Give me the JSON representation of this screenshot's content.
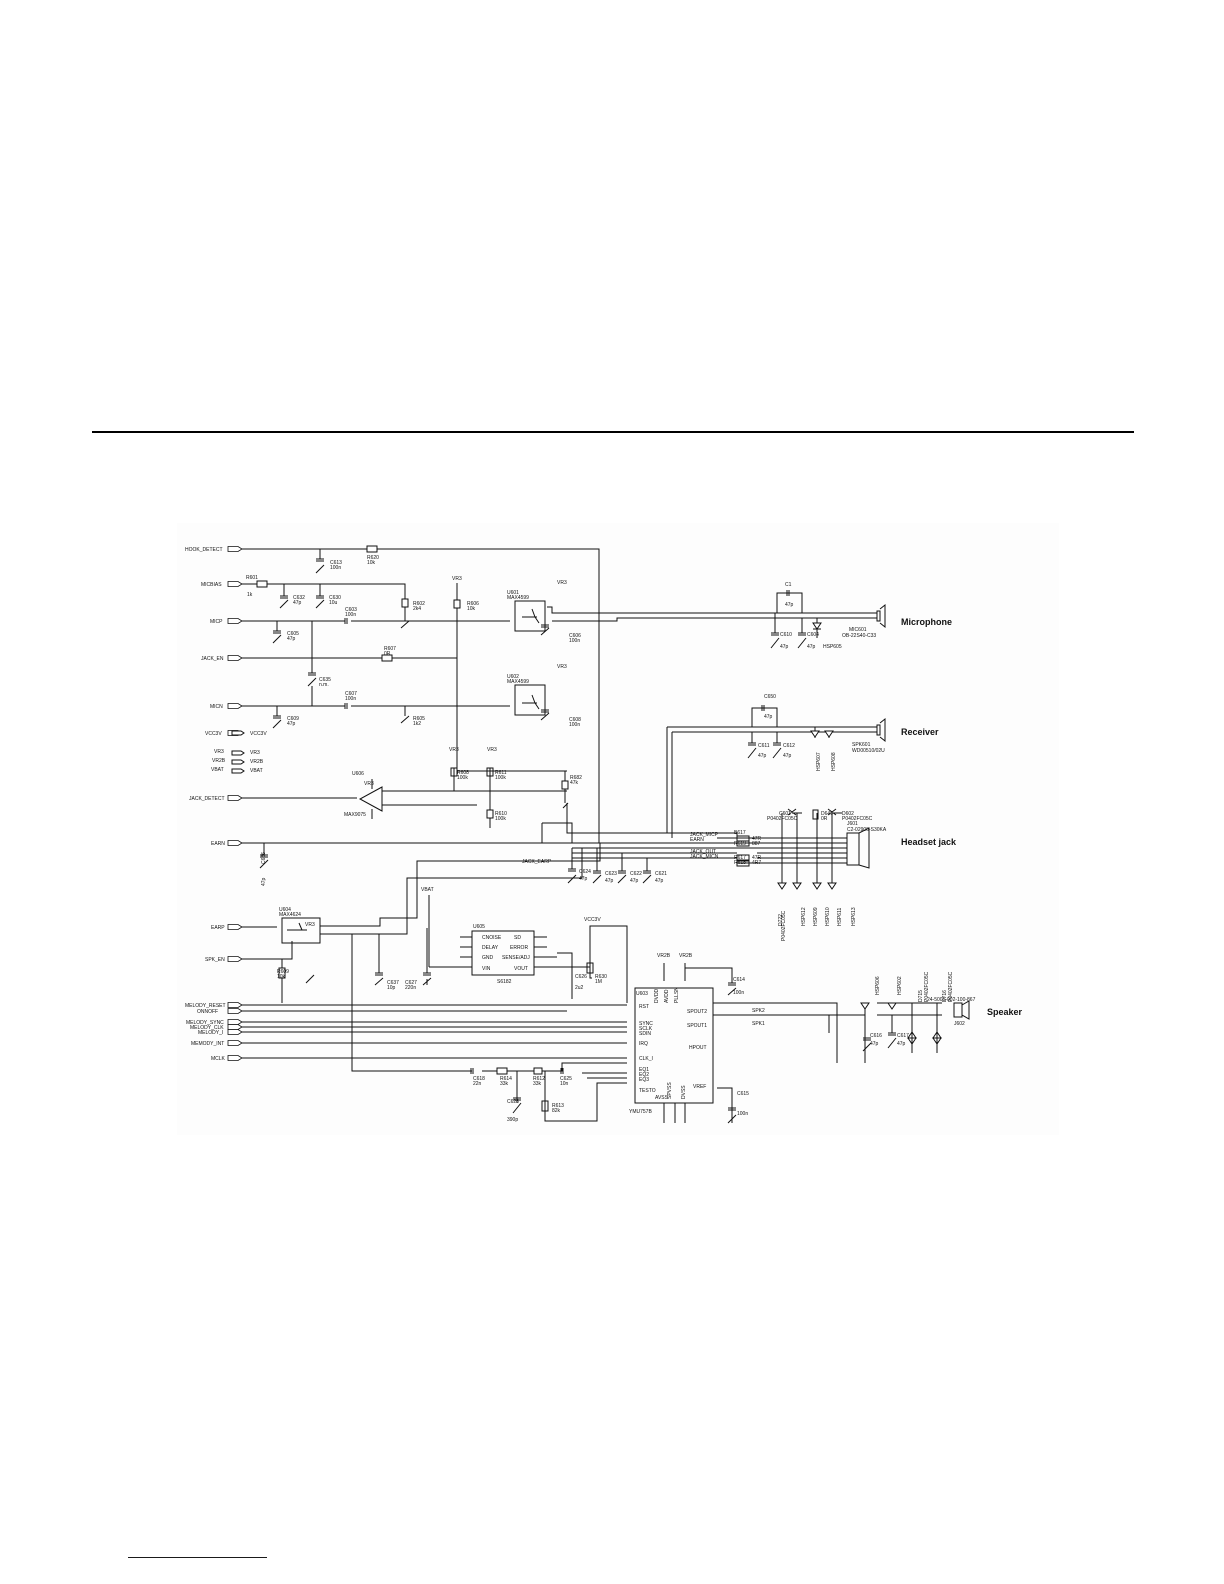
{
  "signals": {
    "hook_detect": "HOOK_DETECT",
    "micbias": "MICBIAS",
    "micp": "MICP",
    "jack_en": "JACK_EN",
    "micn": "MICN",
    "vcc3v": "VCC3V",
    "vr3": "VR3",
    "vr2b": "VR2B",
    "vbat": "VBAT",
    "jack_detect": "JACK_DETECT",
    "earn": "EARN",
    "earp": "EARP",
    "spk_en": "SPK_EN",
    "melody_reset": "MELODY_RESET",
    "onnoff": "ONNOFF",
    "melody_sync": "MELODY_SYNC",
    "melody_clk": "MELODY_CLK",
    "melody_i": "MELODY_I",
    "memody_int": "MEMODY_INT",
    "mclk": "MCLK"
  },
  "port_labels": {
    "vcc3v": "VCC3V",
    "vr3": "VR3",
    "vr2b": "VR2B",
    "vbat": "VBAT"
  },
  "net_labels": {
    "jack_micp": "JACK_MICP",
    "earn": "EARN",
    "jack_micn": "JACK_MICN",
    "jack_out": "JACK_OUT",
    "jack_earp": "JACK_EARP",
    "spk2": "SPK2",
    "spk1": "SPK1"
  },
  "power_labels": {
    "vr3": "VR3",
    "vr2b": "VR2B",
    "vbat": "VBAT",
    "vcc3v": "VCC3V"
  },
  "components": {
    "r620": "R620",
    "r620_v": "10k",
    "c613": "C613",
    "c613_v": "100n",
    "r601": "R601",
    "r601_v": "1k",
    "c632": "C632",
    "c632_v": "47p",
    "c630": "C630",
    "c630_v": "10u",
    "c603": "C603",
    "c603_v": "100n",
    "r602": "R602",
    "r602_v": "2k4",
    "c605": "C605",
    "c605_v": "47p",
    "r607": "R607",
    "r607_v": "0R",
    "c635": "C635",
    "c635_v": "n.m.",
    "c607": "C607",
    "c607_v": "100n",
    "c609": "C609",
    "c609_v": "47p",
    "r605": "R605",
    "r605_v": "1k2",
    "r606": "R606",
    "r606_v": "10k",
    "c606": "C606",
    "c606_v": "100n",
    "c608": "C608",
    "c608_v": "100n",
    "r608": "R608",
    "r608_v": "100k",
    "r611": "R611",
    "r611_v": "100k",
    "r610": "R610",
    "r610_v": "100k",
    "r682": "R682",
    "r682_v": "47k",
    "c636": "C636",
    "c636_v": "47p",
    "c1": "C1",
    "c1_v": "47p",
    "c610": "C610",
    "c610_v": "47p",
    "c604": "C604",
    "c604_v": "47p",
    "hsp605": "HSP605",
    "c650": "C650",
    "c650_v": "47p",
    "c611": "C611",
    "c611_v": "47p",
    "c612": "C612",
    "c612_v": "47p",
    "hsp607": "HSP607",
    "hsp608": "HSP608",
    "c601": "C601",
    "c601_v": "P0402FC05C",
    "d641": "D641",
    "d641_v": "0R",
    "d602": "D602",
    "d602_v": "P0402FC05C",
    "b617": "B617",
    "b617_v": "47R",
    "r619": "R619",
    "r619_v": "887",
    "r617": "R617",
    "r617_v": "47R",
    "r618": "R618",
    "r618_v": "4R7",
    "c624": "C624",
    "c624_v": "47p",
    "c623": "C623",
    "c623_v": "47p",
    "c622": "C622",
    "c622_v": "47p",
    "c621": "C621",
    "c621_v": "47p",
    "d722": "D722",
    "d722_v": "P0402FC05C",
    "hsp612": "HSP612",
    "hsp609": "HSP609",
    "hsp610": "HSP610",
    "hsp611": "HSP611",
    "hsp613": "HSP613",
    "r609": "R609",
    "r609_v": "10k",
    "c637": "C637",
    "c637_v": "10p",
    "c627": "C627",
    "c627_v": "220n",
    "c626": "C626",
    "c626_v": "2u2",
    "r630": "R630",
    "r630_v": "1M",
    "c614": "C614",
    "c614_v": "100n",
    "c618": "C618",
    "c618_v": "22n",
    "r614": "R614",
    "r614_v": "33k",
    "r612": "R612",
    "r612_v": "33k",
    "c625": "C625",
    "c625_v": "10n",
    "c628": "C628",
    "c628_v": "390p",
    "r613": "R613",
    "r613_v": "82k",
    "c615": "C615",
    "c615_v": "100n",
    "c616": "C616",
    "c616_v": "47p",
    "c617": "C617",
    "c617_v": "47p",
    "hsp606": "HSP606",
    "hsp602": "HSP602",
    "d715": "D715",
    "d715_v": "P0402FC05C",
    "d716": "D716",
    "d716_v": "P0402FC05C"
  },
  "ics": {
    "u601": {
      "ref": "U601",
      "part": "MAX4599"
    },
    "u602": {
      "ref": "U602",
      "part": "MAX4599"
    },
    "u606": {
      "ref": "U606",
      "part": "MAX9075"
    },
    "u604": {
      "ref": "U604",
      "part": "MAX4624"
    },
    "u605": {
      "ref": "U605",
      "part": "S6182",
      "pins_left": [
        "CNOISE",
        "DELAY",
        "GND",
        "VIN"
      ],
      "pins_right": [
        "SD",
        "ERROR",
        "SENSE/ADJ",
        "VOUT"
      ]
    },
    "u603": {
      "ref": "U603",
      "part": "YMU757B",
      "top": [
        "DVDD",
        "AVDD",
        "PLLSN"
      ],
      "left": [
        "RST",
        "SYNC",
        "SCLK",
        "SDIN",
        "IRQ",
        "CLK_I",
        "EQ1",
        "EQ2",
        "EQ3",
        "TESTO"
      ],
      "right": [
        "SPOUT2",
        "SPOUT1",
        "HPOUT",
        "VREF"
      ],
      "bottom": [
        "AVSS",
        "SPVSS",
        "DVSS"
      ]
    }
  },
  "connectors": {
    "mic601": {
      "ref": "MIC601",
      "part": "OB-22S40-C33"
    },
    "spk601": {
      "ref": "SPK601",
      "part": "WD00510/02U"
    },
    "j601": {
      "ref": "J601",
      "part": "C2-02900-S30KA"
    },
    "j602": {
      "ref": "J602",
      "part": "24-5005-002-100-867"
    }
  },
  "section_titles": {
    "microphone": "Microphone",
    "receiver": "Receiver",
    "headset_jack": "Headset jack",
    "speaker": "Speaker"
  }
}
